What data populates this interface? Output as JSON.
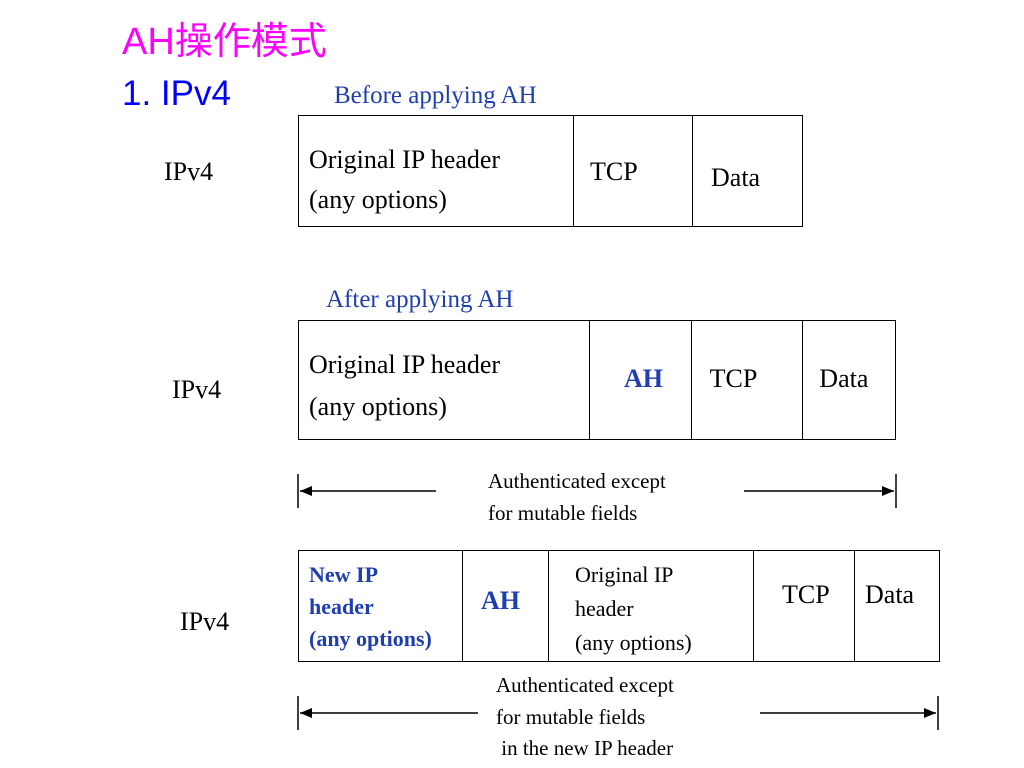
{
  "title": "AH操作模式",
  "subtitle": "1. IPv4",
  "diagrams": [
    {
      "caption": "Before applying AH",
      "row_label": "IPv4",
      "cells": [
        {
          "lines": [
            "Original IP header",
            "(any options)"
          ]
        },
        {
          "lines": [
            "TCP"
          ]
        },
        {
          "lines": [
            "Data"
          ]
        }
      ]
    },
    {
      "caption": "After applying AH",
      "row_label": "IPv4",
      "cells": [
        {
          "lines": [
            "Original IP header",
            "(any options)"
          ]
        },
        {
          "lines": [
            "AH"
          ],
          "highlight": true
        },
        {
          "lines": [
            "TCP"
          ]
        },
        {
          "lines": [
            "Data"
          ]
        }
      ],
      "annotation": [
        "Authenticated except",
        "for mutable fields"
      ]
    },
    {
      "row_label": "IPv4",
      "cells": [
        {
          "lines": [
            "New IP",
            "header",
            "(any options)"
          ],
          "highlight": true
        },
        {
          "lines": [
            "AH"
          ],
          "highlight": true
        },
        {
          "lines": [
            "Original IP",
            "header",
            "(any options)"
          ]
        },
        {
          "lines": [
            "TCP"
          ]
        },
        {
          "lines": [
            "Data"
          ]
        }
      ],
      "annotation": [
        "Authenticated except",
        "for mutable fields",
        " in the new IP header"
      ]
    }
  ],
  "colors": {
    "title": "#ff00ff",
    "subtitle": "#0000ff",
    "accent": "#1f3faf"
  }
}
